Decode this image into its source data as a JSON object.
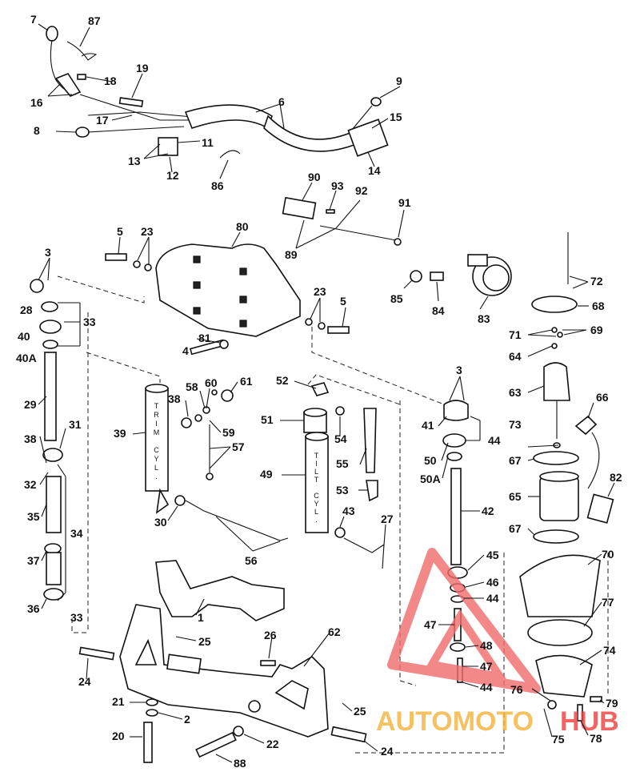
{
  "callouts": [
    {
      "id": "c7",
      "text": "7"
    },
    {
      "id": "c87",
      "text": "87"
    },
    {
      "id": "c18",
      "text": "18"
    },
    {
      "id": "c19",
      "text": "19"
    },
    {
      "id": "c16",
      "text": "16"
    },
    {
      "id": "c9",
      "text": "9"
    },
    {
      "id": "c6",
      "text": "6"
    },
    {
      "id": "c15",
      "text": "15"
    },
    {
      "id": "c17",
      "text": "17"
    },
    {
      "id": "c8",
      "text": "8"
    },
    {
      "id": "c11",
      "text": "11"
    },
    {
      "id": "c13",
      "text": "13"
    },
    {
      "id": "c12",
      "text": "12"
    },
    {
      "id": "c14",
      "text": "14"
    },
    {
      "id": "c86",
      "text": "86"
    },
    {
      "id": "c90",
      "text": "90"
    },
    {
      "id": "c93",
      "text": "93"
    },
    {
      "id": "c92",
      "text": "92"
    },
    {
      "id": "c91",
      "text": "91"
    },
    {
      "id": "c89",
      "text": "89"
    },
    {
      "id": "c80",
      "text": "80"
    },
    {
      "id": "c5a",
      "text": "5"
    },
    {
      "id": "c23a",
      "text": "23"
    },
    {
      "id": "c3a",
      "text": "3"
    },
    {
      "id": "c28",
      "text": "28"
    },
    {
      "id": "c33a",
      "text": "33"
    },
    {
      "id": "c40",
      "text": "40"
    },
    {
      "id": "c40A",
      "text": "40A"
    },
    {
      "id": "c85",
      "text": "85"
    },
    {
      "id": "c84",
      "text": "84"
    },
    {
      "id": "c83",
      "text": "83"
    },
    {
      "id": "c72",
      "text": "72"
    },
    {
      "id": "c68",
      "text": "68"
    },
    {
      "id": "c71",
      "text": "71"
    },
    {
      "id": "c69",
      "text": "69"
    },
    {
      "id": "c64",
      "text": "64"
    },
    {
      "id": "c23b",
      "text": "23"
    },
    {
      "id": "c5b",
      "text": "5"
    },
    {
      "id": "c81",
      "text": "81"
    },
    {
      "id": "c4",
      "text": "4"
    },
    {
      "id": "c29",
      "text": "29"
    },
    {
      "id": "c63",
      "text": "63"
    },
    {
      "id": "c60",
      "text": "60"
    },
    {
      "id": "c61",
      "text": "61"
    },
    {
      "id": "c58",
      "text": "58"
    },
    {
      "id": "c52",
      "text": "52"
    },
    {
      "id": "c3b",
      "text": "3"
    },
    {
      "id": "c66",
      "text": "66"
    },
    {
      "id": "c38a",
      "text": "38"
    },
    {
      "id": "c41",
      "text": "41"
    },
    {
      "id": "c31",
      "text": "31"
    },
    {
      "id": "c39",
      "text": "39"
    },
    {
      "id": "c59",
      "text": "59"
    },
    {
      "id": "c51",
      "text": "51"
    },
    {
      "id": "c54",
      "text": "54"
    },
    {
      "id": "c73",
      "text": "73"
    },
    {
      "id": "c44a",
      "text": "44"
    },
    {
      "id": "c38b",
      "text": "38"
    },
    {
      "id": "c57",
      "text": "57"
    },
    {
      "id": "c32",
      "text": "32"
    },
    {
      "id": "c50",
      "text": "50"
    },
    {
      "id": "c67a",
      "text": "67"
    },
    {
      "id": "c55",
      "text": "55"
    },
    {
      "id": "c50A",
      "text": "50A"
    },
    {
      "id": "c82",
      "text": "82"
    },
    {
      "id": "c49",
      "text": "49"
    },
    {
      "id": "c35",
      "text": "35"
    },
    {
      "id": "c53",
      "text": "53"
    },
    {
      "id": "c65",
      "text": "65"
    },
    {
      "id": "c42",
      "text": "42"
    },
    {
      "id": "c30",
      "text": "30"
    },
    {
      "id": "c43",
      "text": "43"
    },
    {
      "id": "c34",
      "text": "34"
    },
    {
      "id": "c27",
      "text": "27"
    },
    {
      "id": "c67b",
      "text": "67"
    },
    {
      "id": "c56",
      "text": "56"
    },
    {
      "id": "c45",
      "text": "45"
    },
    {
      "id": "c70",
      "text": "70"
    },
    {
      "id": "c37",
      "text": "37"
    },
    {
      "id": "c46",
      "text": "46"
    },
    {
      "id": "c44b",
      "text": "44"
    },
    {
      "id": "c36",
      "text": "36"
    },
    {
      "id": "c33b",
      "text": "33"
    },
    {
      "id": "c1",
      "text": "1"
    },
    {
      "id": "c77",
      "text": "77"
    },
    {
      "id": "c47a",
      "text": "47"
    },
    {
      "id": "c25a",
      "text": "25"
    },
    {
      "id": "c26",
      "text": "26"
    },
    {
      "id": "c62",
      "text": "62"
    },
    {
      "id": "c48",
      "text": "48"
    },
    {
      "id": "c74",
      "text": "74"
    },
    {
      "id": "c24a",
      "text": "24"
    },
    {
      "id": "c47b",
      "text": "47"
    },
    {
      "id": "c44c",
      "text": "44"
    },
    {
      "id": "c76",
      "text": "76"
    },
    {
      "id": "c79",
      "text": "79"
    },
    {
      "id": "c21",
      "text": "21"
    },
    {
      "id": "c2",
      "text": "2"
    },
    {
      "id": "c25b",
      "text": "25"
    },
    {
      "id": "c20",
      "text": "20"
    },
    {
      "id": "c22",
      "text": "22"
    },
    {
      "id": "c24b",
      "text": "24"
    },
    {
      "id": "c75",
      "text": "75"
    },
    {
      "id": "c78",
      "text": "78"
    },
    {
      "id": "c88",
      "text": "88"
    }
  ],
  "part_text": {
    "trim_cyl": [
      "T",
      "R",
      "I",
      "M",
      "",
      "C",
      "Y",
      "L",
      "."
    ],
    "tilt_cyl": [
      "T",
      "I",
      "L",
      "T",
      "",
      "C",
      "Y",
      "L",
      "."
    ]
  },
  "watermark": {
    "text_a": "AUTOMOTO",
    "text_b": "HUB",
    "color_a": "#f3b23a",
    "color_b": "#ef3d3d"
  }
}
